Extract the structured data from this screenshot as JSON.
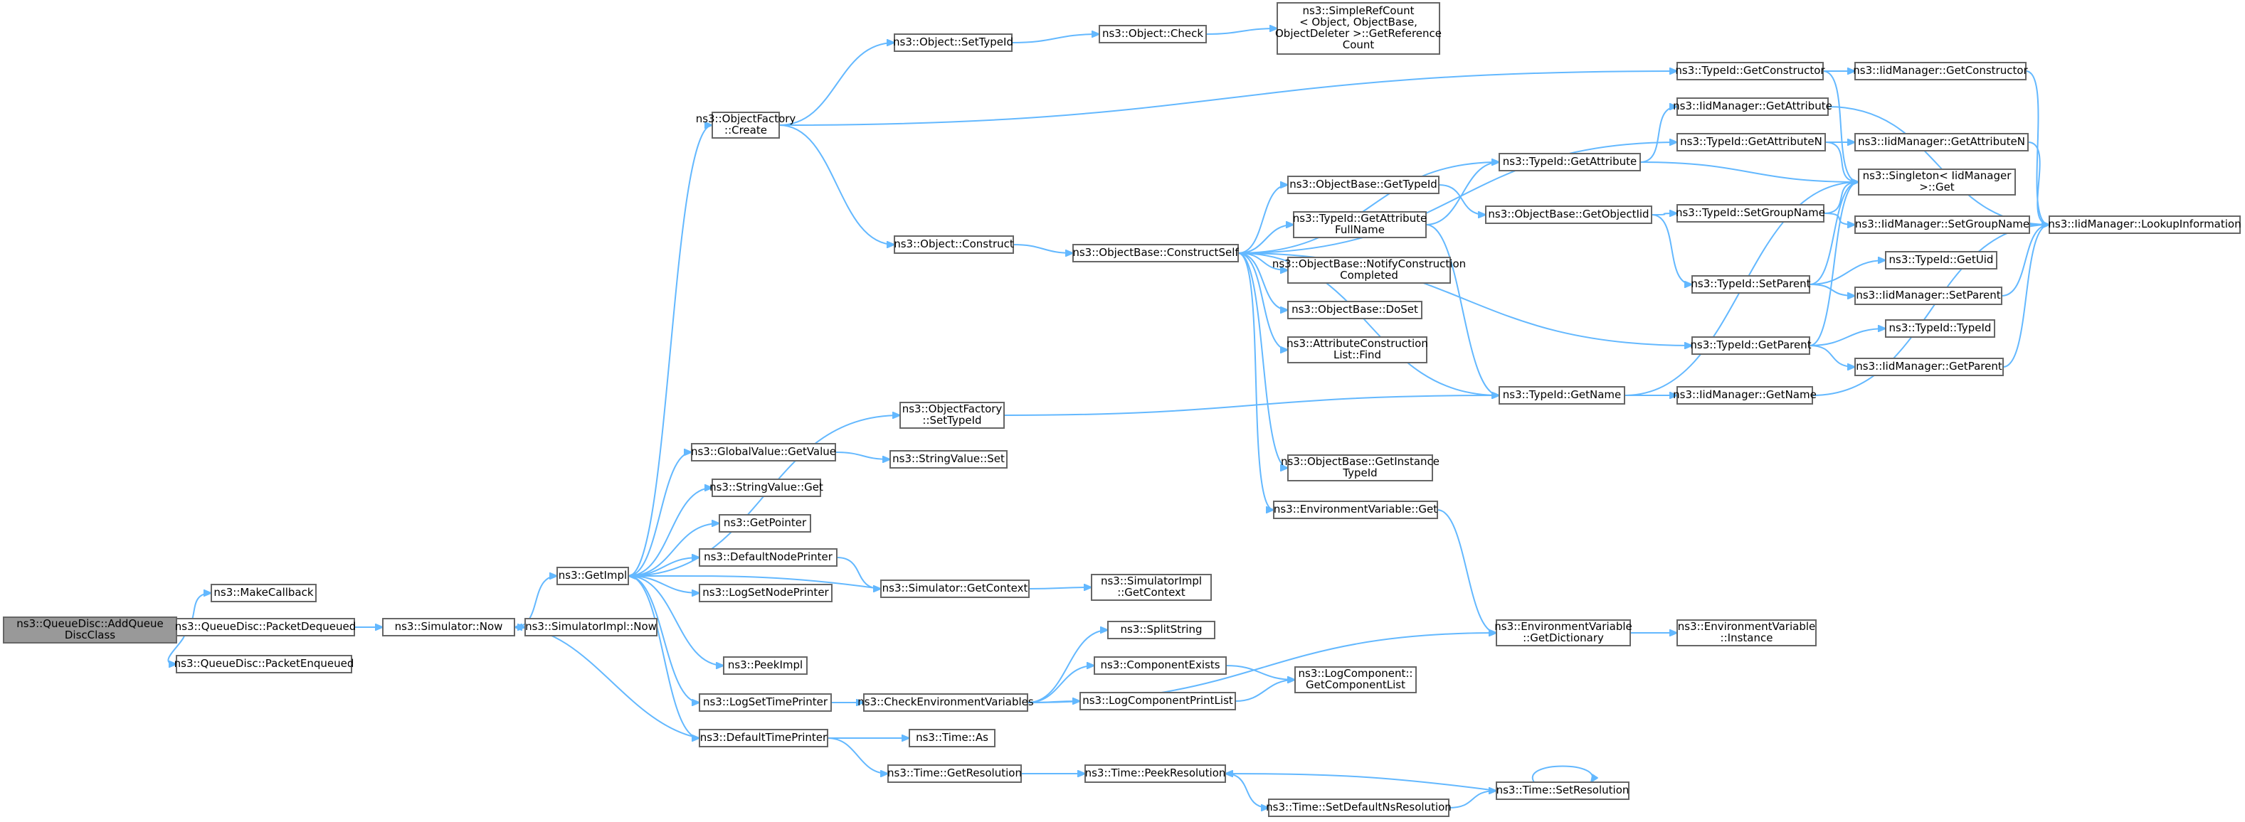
{
  "colors": {
    "edge": "#63b8ff",
    "node_border": "#666666",
    "node_fill": "#ffffff",
    "root_fill": "#999999"
  },
  "nodes": [
    {
      "id": "addq",
      "lines": [
        "ns3::QueueDisc::AddQueue",
        "DiscClass"
      ],
      "root": true
    },
    {
      "id": "makecb",
      "lines": [
        "ns3::MakeCallback"
      ]
    },
    {
      "id": "pdeq",
      "lines": [
        "ns3::QueueDisc::PacketDequeued"
      ]
    },
    {
      "id": "penq",
      "lines": [
        "ns3::QueueDisc::PacketEnqueued"
      ]
    },
    {
      "id": "simnow",
      "lines": [
        "ns3::Simulator::Now"
      ]
    },
    {
      "id": "simimplnow",
      "lines": [
        "ns3::SimulatorImpl::Now"
      ]
    },
    {
      "id": "getimpl",
      "lines": [
        "ns3::GetImpl"
      ]
    },
    {
      "id": "ofcreate",
      "lines": [
        "ns3::ObjectFactory",
        "::Create"
      ]
    },
    {
      "id": "objsettid",
      "lines": [
        "ns3::Object::SetTypeId"
      ]
    },
    {
      "id": "objcheck",
      "lines": [
        "ns3::Object::Check"
      ]
    },
    {
      "id": "refcount",
      "lines": [
        "ns3::SimpleRefCount",
        "< Object, ObjectBase,",
        "ObjectDeleter >::GetReference",
        "Count"
      ]
    },
    {
      "id": "objconstruct",
      "lines": [
        "ns3::Object::Construct"
      ]
    },
    {
      "id": "constructself",
      "lines": [
        "ns3::ObjectBase::ConstructSelf"
      ]
    },
    {
      "id": "obgettid",
      "lines": [
        "ns3::ObjectBase::GetTypeId"
      ]
    },
    {
      "id": "tidattrfull",
      "lines": [
        "ns3::TypeId::GetAttribute",
        "FullName"
      ]
    },
    {
      "id": "notifyconstr",
      "lines": [
        "ns3::ObjectBase::NotifyConstruction",
        "Completed"
      ]
    },
    {
      "id": "doset",
      "lines": [
        "ns3::ObjectBase::DoSet"
      ]
    },
    {
      "id": "attrconstr",
      "lines": [
        "ns3::AttributeConstruction",
        "List::Find"
      ]
    },
    {
      "id": "getinsttid",
      "lines": [
        "ns3::ObjectBase::GetInstance",
        "TypeId"
      ]
    },
    {
      "id": "envget",
      "lines": [
        "ns3::EnvironmentVariable::Get"
      ]
    },
    {
      "id": "tidgetattr",
      "lines": [
        "ns3::TypeId::GetAttribute"
      ]
    },
    {
      "id": "getobjtid",
      "lines": [
        "ns3::ObjectBase::GetObjectIid"
      ]
    },
    {
      "id": "tidgetname",
      "lines": [
        "ns3::TypeId::GetName"
      ]
    },
    {
      "id": "tidgetctor",
      "lines": [
        "ns3::TypeId::GetConstructor"
      ]
    },
    {
      "id": "iidgetattr",
      "lines": [
        "ns3::IidManager::GetAttribute"
      ]
    },
    {
      "id": "tidgetattrn",
      "lines": [
        "ns3::TypeId::GetAttributeN"
      ]
    },
    {
      "id": "tidsetgroup",
      "lines": [
        "ns3::TypeId::SetGroupName"
      ]
    },
    {
      "id": "tidsetparent",
      "lines": [
        "ns3::TypeId::SetParent"
      ]
    },
    {
      "id": "tidgetparent",
      "lines": [
        "ns3::TypeId::GetParent"
      ]
    },
    {
      "id": "iidgetname",
      "lines": [
        "ns3::IidManager::GetName"
      ]
    },
    {
      "id": "iidgetctor",
      "lines": [
        "ns3::IidManager::GetConstructor"
      ]
    },
    {
      "id": "iidgetattrn",
      "lines": [
        "ns3::IidManager::GetAttributeN"
      ]
    },
    {
      "id": "singleton",
      "lines": [
        "ns3::Singleton< IidManager",
        ">::Get"
      ]
    },
    {
      "id": "iidsetgroup",
      "lines": [
        "ns3::IidManager::SetGroupName"
      ]
    },
    {
      "id": "tidgetuid",
      "lines": [
        "ns3::TypeId::GetUid"
      ]
    },
    {
      "id": "iidsetparent",
      "lines": [
        "ns3::IidManager::SetParent"
      ]
    },
    {
      "id": "tidtid",
      "lines": [
        "ns3::TypeId::TypeId"
      ]
    },
    {
      "id": "iidgetparent",
      "lines": [
        "ns3::IidManager::GetParent"
      ]
    },
    {
      "id": "lookupinfo",
      "lines": [
        "ns3::IidManager::LookupInformation"
      ]
    },
    {
      "id": "ofsettid",
      "lines": [
        "ns3::ObjectFactory",
        "::SetTypeId"
      ]
    },
    {
      "id": "gvgetvalue",
      "lines": [
        "ns3::GlobalValue::GetValue"
      ]
    },
    {
      "id": "svset",
      "lines": [
        "ns3::StringValue::Set"
      ]
    },
    {
      "id": "svget",
      "lines": [
        "ns3::StringValue::Get"
      ]
    },
    {
      "id": "getpointer",
      "lines": [
        "ns3::GetPointer"
      ]
    },
    {
      "id": "defnodeprinter",
      "lines": [
        "ns3::DefaultNodePrinter"
      ]
    },
    {
      "id": "logsetnodeprinter",
      "lines": [
        "ns3::LogSetNodePrinter"
      ]
    },
    {
      "id": "simgetctx",
      "lines": [
        "ns3::Simulator::GetContext"
      ]
    },
    {
      "id": "simimplgetctx",
      "lines": [
        "ns3::SimulatorImpl",
        "::GetContext"
      ]
    },
    {
      "id": "peekimpl",
      "lines": [
        "ns3::PeekImpl"
      ]
    },
    {
      "id": "logsettimeprinter",
      "lines": [
        "ns3::LogSetTimePrinter"
      ]
    },
    {
      "id": "defaulttimeprinter",
      "lines": [
        "ns3::DefaultTimePrinter"
      ]
    },
    {
      "id": "checkenv",
      "lines": [
        "ns3::CheckEnvironmentVariables"
      ]
    },
    {
      "id": "splitstring",
      "lines": [
        "ns3::SplitString"
      ]
    },
    {
      "id": "compexists",
      "lines": [
        "ns3::ComponentExists"
      ]
    },
    {
      "id": "logcompprint",
      "lines": [
        "ns3::LogComponentPrintList"
      ]
    },
    {
      "id": "logcompget",
      "lines": [
        "ns3::LogComponent::",
        "GetComponentList"
      ]
    },
    {
      "id": "envgetdict",
      "lines": [
        "ns3::EnvironmentVariable",
        "::GetDictionary"
      ]
    },
    {
      "id": "envinstance",
      "lines": [
        "ns3::EnvironmentVariable",
        "::Instance"
      ]
    },
    {
      "id": "timeas",
      "lines": [
        "ns3::Time::As"
      ]
    },
    {
      "id": "timegetres",
      "lines": [
        "ns3::Time::GetResolution"
      ]
    },
    {
      "id": "timepeekres",
      "lines": [
        "ns3::Time::PeekResolution"
      ]
    },
    {
      "id": "timesetres",
      "lines": [
        "ns3::Time::SetResolution"
      ]
    },
    {
      "id": "timesetdefns",
      "lines": [
        "ns3::Time::SetDefaultNsResolution"
      ]
    }
  ],
  "edges": [
    [
      "addq",
      "makecb"
    ],
    [
      "addq",
      "pdeq"
    ],
    [
      "addq",
      "penq"
    ],
    [
      "pdeq",
      "simnow"
    ],
    [
      "simnow",
      "getimpl"
    ],
    [
      "simnow",
      "simimplnow"
    ],
    [
      "getimpl",
      "ofcreate"
    ],
    [
      "getimpl",
      "ofsettid"
    ],
    [
      "getimpl",
      "gvgetvalue"
    ],
    [
      "getimpl",
      "svget"
    ],
    [
      "getimpl",
      "getpointer"
    ],
    [
      "getimpl",
      "defnodeprinter"
    ],
    [
      "getimpl",
      "logsetnodeprinter"
    ],
    [
      "getimpl",
      "peekimpl"
    ],
    [
      "getimpl",
      "logsettimeprinter"
    ],
    [
      "getimpl",
      "defaulttimeprinter"
    ],
    [
      "ofcreate",
      "objsettid"
    ],
    [
      "ofcreate",
      "tidgetctor"
    ],
    [
      "ofcreate",
      "objconstruct"
    ],
    [
      "objsettid",
      "objcheck"
    ],
    [
      "objcheck",
      "refcount"
    ],
    [
      "objconstruct",
      "constructself"
    ],
    [
      "constructself",
      "tidgetattr"
    ],
    [
      "constructself",
      "obgettid"
    ],
    [
      "constructself",
      "tidattrfull"
    ],
    [
      "constructself",
      "notifyconstr"
    ],
    [
      "constructself",
      "doset"
    ],
    [
      "constructself",
      "attrconstr"
    ],
    [
      "constructself",
      "getinsttid"
    ],
    [
      "constructself",
      "envget"
    ],
    [
      "constructself",
      "tidgetname"
    ],
    [
      "constructself",
      "tidgetparent"
    ],
    [
      "constructself",
      "tidgetattrn"
    ],
    [
      "obgettid",
      "getobjtid"
    ],
    [
      "tidattrfull",
      "tidgetattr"
    ],
    [
      "tidattrfull",
      "tidgetname"
    ],
    [
      "getobjtid",
      "tidsetgroup"
    ],
    [
      "getobjtid",
      "tidsetparent"
    ],
    [
      "tidgetattr",
      "iidgetattr"
    ],
    [
      "tidgetattr",
      "singleton"
    ],
    [
      "tidgetname",
      "iidgetname"
    ],
    [
      "tidgetname",
      "singleton"
    ],
    [
      "tidgetctor",
      "iidgetctor"
    ],
    [
      "tidgetctor",
      "singleton"
    ],
    [
      "tidgetattrn",
      "iidgetattrn"
    ],
    [
      "tidgetattrn",
      "singleton"
    ],
    [
      "tidsetgroup",
      "iidsetgroup"
    ],
    [
      "tidsetgroup",
      "singleton"
    ],
    [
      "tidsetparent",
      "tidgetuid"
    ],
    [
      "tidsetparent",
      "iidsetparent"
    ],
    [
      "tidsetparent",
      "singleton"
    ],
    [
      "tidgetparent",
      "tidtid"
    ],
    [
      "tidgetparent",
      "iidgetparent"
    ],
    [
      "tidgetparent",
      "singleton"
    ],
    [
      "iidgetctor",
      "lookupinfo"
    ],
    [
      "iidgetattr",
      "lookupinfo"
    ],
    [
      "iidgetattrn",
      "lookupinfo"
    ],
    [
      "iidsetgroup",
      "lookupinfo"
    ],
    [
      "iidsetparent",
      "lookupinfo"
    ],
    [
      "iidgetparent",
      "lookupinfo"
    ],
    [
      "iidgetname",
      "lookupinfo"
    ],
    [
      "ofsettid",
      "tidgetname"
    ],
    [
      "gvgetvalue",
      "svset"
    ],
    [
      "defnodeprinter",
      "simgetctx"
    ],
    [
      "simgetctx",
      "simimplgetctx"
    ],
    [
      "simgetctx",
      "getimpl"
    ],
    [
      "logsettimeprinter",
      "checkenv"
    ],
    [
      "defaulttimeprinter",
      "simnow"
    ],
    [
      "defaulttimeprinter",
      "timeas"
    ],
    [
      "defaulttimeprinter",
      "timegetres"
    ],
    [
      "checkenv",
      "splitstring"
    ],
    [
      "checkenv",
      "compexists"
    ],
    [
      "checkenv",
      "logcompprint"
    ],
    [
      "checkenv",
      "envgetdict"
    ],
    [
      "compexists",
      "logcompget"
    ],
    [
      "logcompprint",
      "logcompget"
    ],
    [
      "envget",
      "envgetdict"
    ],
    [
      "envgetdict",
      "envinstance"
    ],
    [
      "timegetres",
      "timepeekres"
    ],
    [
      "timepeekres",
      "timesetdefns"
    ],
    [
      "timesetdefns",
      "timesetres"
    ],
    [
      "timesetres",
      "timepeekres"
    ],
    [
      "timesetres",
      "timesetres"
    ]
  ]
}
